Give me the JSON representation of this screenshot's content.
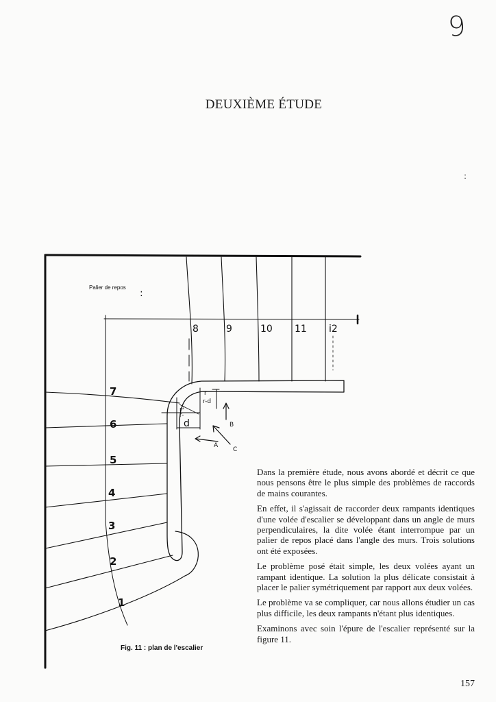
{
  "corner_mark": "9",
  "title": "DEUXIÈME ÉTUDE",
  "stray_marks": [
    ":",
    ":"
  ],
  "figure": {
    "landing_label": "Palier de repos",
    "step_numbers_upper": [
      "8",
      "9",
      "10",
      "11",
      "i2"
    ],
    "step_numbers_lower": [
      "7",
      "6",
      "5",
      "4",
      "3",
      "2",
      "1"
    ],
    "tags": {
      "r": "r",
      "r_d": "r-d",
      "r_minus": "r-",
      "r2": "r²",
      "d": "d",
      "A": "A",
      "B": "B",
      "C": "C"
    },
    "caption": "Fig. 11 : plan de l'escalier"
  },
  "body": {
    "paragraphs": [
      "Dans la première étude, nous avons abordé et décrit ce que nous pensons être le plus simple des problèmes de raccords de mains courantes.",
      "En effet, il s'agissait de raccorder deux rampants identiques d'une volée d'escalier se développant dans un angle de murs perpendiculaires, la dite volée étant interrompue par un palier de repos placé dans l'angle des murs. Trois solutions ont été exposées.",
      "Le problème posé était simple, les deux volées ayant un rampant identique. La solution la plus délicate consistait à placer le palier symétriquement par rapport aux deux volées.",
      "Le problème va se compliquer, car nous allons étudier un cas plus difficile, les deux rampants n'étant plus identiques.",
      "Examinons avec soin l'épure de l'escalier représenté sur la figure 11."
    ]
  },
  "page_number": "157"
}
